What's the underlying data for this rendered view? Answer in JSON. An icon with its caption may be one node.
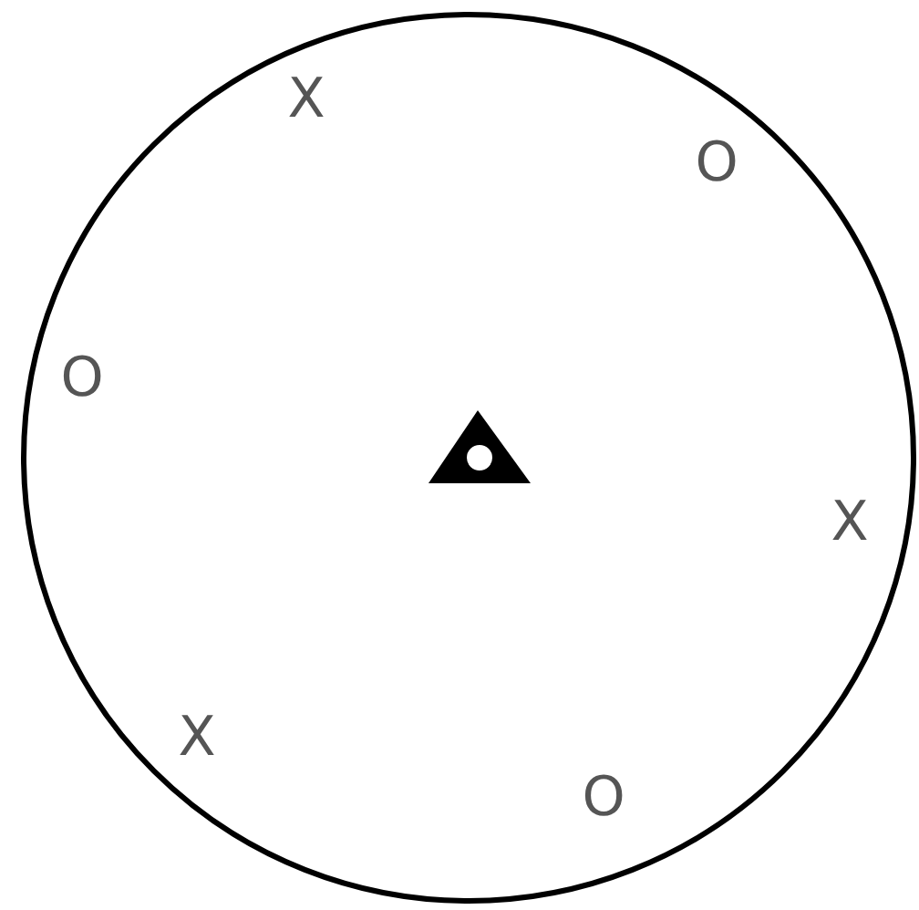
{
  "diagram": {
    "labels": [
      "X",
      "O",
      "O",
      "X",
      "X",
      "O"
    ]
  }
}
